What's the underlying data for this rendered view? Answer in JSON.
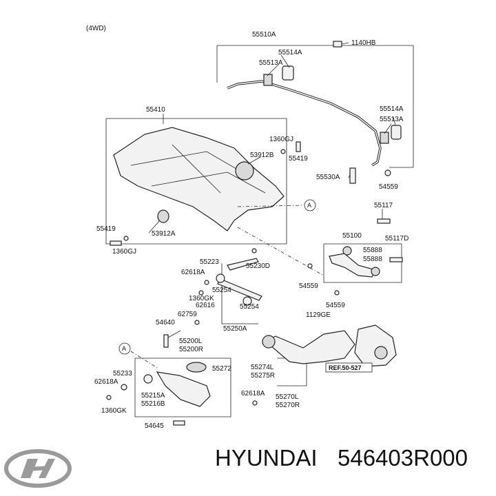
{
  "header": {
    "variant": "(4WD)"
  },
  "brand": {
    "maker": "HYUNDAI",
    "part_number": "546403R000",
    "logo_icon": "hyundai-logo-icon"
  },
  "callouts": {
    "a1": "A",
    "a2": "A"
  },
  "ref": "REF.50-527",
  "labels": {
    "l55510A": "55510A",
    "l1140HB": "1140HB",
    "l55514A_1": "55514A",
    "l55513A_1": "55513A",
    "l55514A_2": "55514A",
    "l55513A_2": "55513A",
    "l55530A": "55530A",
    "l54559_1": "54559",
    "l55410": "55410",
    "l1360GJ_1": "1360GJ",
    "l53912B": "53912B",
    "l55419_1": "55419",
    "l55419_2": "55419",
    "l53912A": "53912A",
    "l1360GJ_2": "1360GJ",
    "l55117": "55117",
    "l55100": "55100",
    "l55117D": "55117D",
    "l55888_1": "55888",
    "l55888_2": "55888",
    "l54559_2": "54559",
    "l54559_3": "54559",
    "l1129GE": "1129GE",
    "l55223": "55223",
    "l55230D": "55230D",
    "l62618A_1": "62618A",
    "l55254_1": "55254",
    "l1360GK_1": "1360GK",
    "l62616": "62616",
    "l55254_2": "55254",
    "l62759": "62759",
    "l55250A": "55250A",
    "l54640": "54640",
    "l55200L": "55200L",
    "l55200R": "55200R",
    "l55272": "55272",
    "l55233": "55233",
    "l62618A_2": "62618A",
    "l55215A": "55215A",
    "l55216B": "55216B",
    "l1360GK_2": "1360GK",
    "l54645": "54645",
    "l55274L": "55274L",
    "l55275R": "55275R",
    "l62618A_3": "62618A",
    "l55270L": "55270L",
    "l55270R": "55270R"
  },
  "colors": {
    "line": "#222222",
    "part_fill": "#f2f2f2",
    "logo": "#9a9a9a"
  }
}
